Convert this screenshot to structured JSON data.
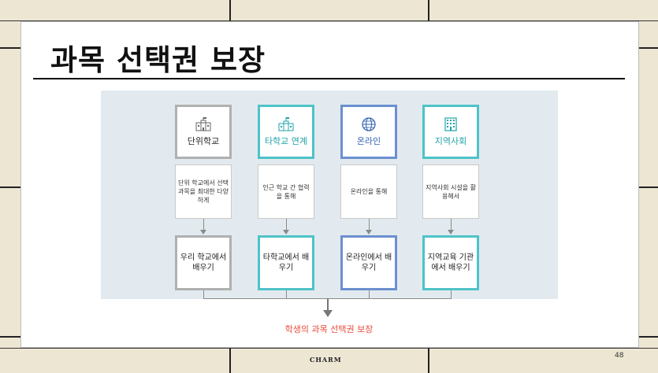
{
  "slide": {
    "title": "과목 선택권 보장",
    "footer_brand": "CHARM",
    "page_number": "48"
  },
  "diagram": {
    "columns": [
      {
        "head": "단위학교",
        "icon": "school-building-icon",
        "color": "#b0b0b0",
        "label_color": "#222222",
        "middle": "단위 학교에서 선택과목을 최대한 다양하게",
        "bottom": "우리 학교에서 배우기"
      },
      {
        "head": "타학교 연계",
        "icon": "school-flag-icon",
        "color": "#4ec3c8",
        "label_color": "#1fa3a8",
        "middle": "인근 학교 간 협력을 통해",
        "bottom": "타학교에서 배우기"
      },
      {
        "head": "온라인",
        "icon": "globe-icon",
        "color": "#6b8fd0",
        "label_color": "#2f5fb0",
        "middle": "온라인을 통해",
        "bottom": "온라인에서 배우기"
      },
      {
        "head": "지역사회",
        "icon": "office-building-icon",
        "color": "#4ec3c8",
        "label_color": "#1fa3a8",
        "middle": "지역사회 시설을 활용해서",
        "bottom": "지역교육 기관에서 배우기"
      }
    ],
    "result": "학생의 과목 선택권 보장"
  }
}
